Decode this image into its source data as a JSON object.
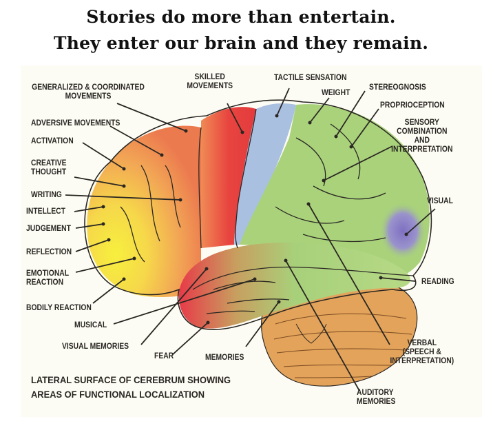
{
  "headline": {
    "line1": "Stories do more than entertain.",
    "line2": "They enter our brain and they remain."
  },
  "caption": {
    "line1": "LATERAL SURFACE OF CEREBRUM SHOWING",
    "line2": "AREAS OF FUNCTIONAL LOCALIZATION"
  },
  "labels": {
    "generalized": {
      "line1": "GENERALIZED & COORDINATED",
      "line2": "MOVEMENTS"
    },
    "adversive": "ADVERSIVE MOVEMENTS",
    "activation": "ACTIVATION",
    "creative": {
      "line1": "CREATIVE",
      "line2": "THOUGHT"
    },
    "writing": "WRITING",
    "intellect": "INTELLECT",
    "judgement": "JUDGEMENT",
    "reflection": "REFLECTION",
    "emotional": {
      "line1": "EMOTIONAL",
      "line2": "REACTION"
    },
    "bodily": "BODILY REACTION",
    "musical": "MUSICAL",
    "visual_memories": "VISUAL MEMORIES",
    "fear": "FEAR",
    "memories": "MEMORIES",
    "skilled": {
      "line1": "SKILLED",
      "line2": "MOVEMENTS"
    },
    "tactile": "TACTILE SENSATION",
    "weight": "WEIGHT",
    "stereognosis": "STEREOGNOSIS",
    "proprioception": "PROPRIOCEPTION",
    "sensory": {
      "line1": "SENSORY",
      "line2": "COMBINATION",
      "line3": "AND",
      "line4": "INTERPRETATION"
    },
    "visual": "VISUAL",
    "reading": "READING",
    "verbal": {
      "line1": "VERBAL",
      "line2": "(SPEECH &",
      "line3": "INTERPRETATION)"
    },
    "auditory": {
      "line1": "AUDITORY",
      "line2": "MEMORIES"
    }
  },
  "colors": {
    "frontal_yellow": "#f5ea3a",
    "frontal_orange": "#f0a24e",
    "motor_red": "#e8413f",
    "sensory_blue": "#a9bfe0",
    "parietal_green": "#a8d27a",
    "visual_purple": "#8a7ac6",
    "cerebellum_orange": "#e4a257",
    "leader_line": "#2a2723"
  }
}
